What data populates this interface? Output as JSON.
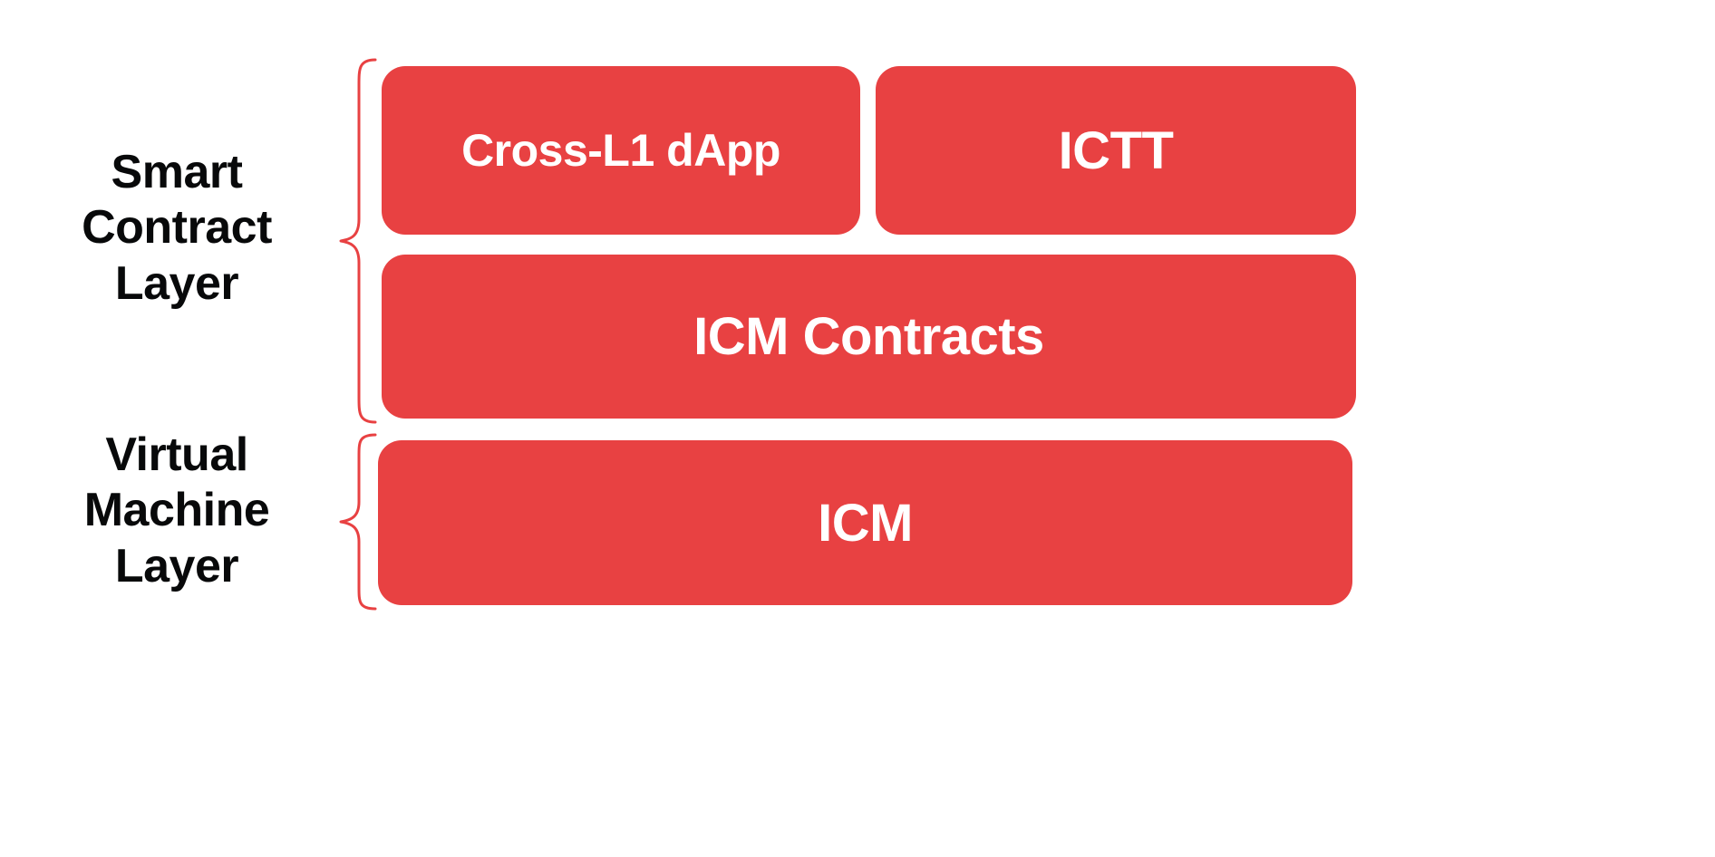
{
  "diagram": {
    "title": "Smart Contract Layer and Virtual Machine Layer stack",
    "background_color": "#ffffff",
    "accent_color": "#e84142",
    "label_color": "#08090a",
    "box_text_color": "#ffffff"
  },
  "groups": [
    {
      "id": "smart-contract-layer",
      "label": "Smart\nContract\nLayer",
      "brace_color": "#e84142"
    },
    {
      "id": "virtual-machine-layer",
      "label": "Virtual\nMachine\nLayer",
      "brace_color": "#e84142"
    }
  ],
  "boxes": [
    {
      "id": "cross-l1-dapp",
      "label": "Cross-L1 dApp",
      "group": "smart-contract-layer",
      "fill": "#e84142"
    },
    {
      "id": "ictt",
      "label": "ICTT",
      "group": "smart-contract-layer",
      "fill": "#e84142"
    },
    {
      "id": "icm-contracts",
      "label": "ICM Contracts",
      "group": "smart-contract-layer",
      "fill": "#e84142"
    },
    {
      "id": "icm",
      "label": "ICM",
      "group": "virtual-machine-layer",
      "fill": "#e84142"
    }
  ]
}
